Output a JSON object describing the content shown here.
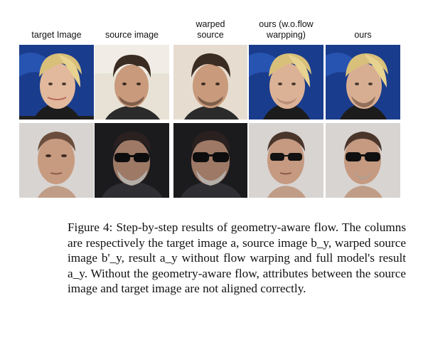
{
  "figure": {
    "columns": [
      {
        "label": "target Image"
      },
      {
        "label": "source image"
      },
      {
        "label": "warped source"
      },
      {
        "label": "ours (w.o.flow warpping)"
      },
      {
        "label": "ours"
      }
    ],
    "caption": {
      "label": "Figure 4:",
      "text": "Step-by-step results of geometry-aware flow. The columns are respectively the target image a, source image b_y, warped source image b'_y, result a_y without flow warping and full model's result a_y. Without the geometry-aware flow, attributes between the source image and target image are not aligned correctly."
    }
  },
  "colors": {
    "blue_bg": "#1a3c8c",
    "cream_bg": "#e8e2d6",
    "gray_bg": "#d8d4d2",
    "dark_bg": "#1b1b1e"
  }
}
